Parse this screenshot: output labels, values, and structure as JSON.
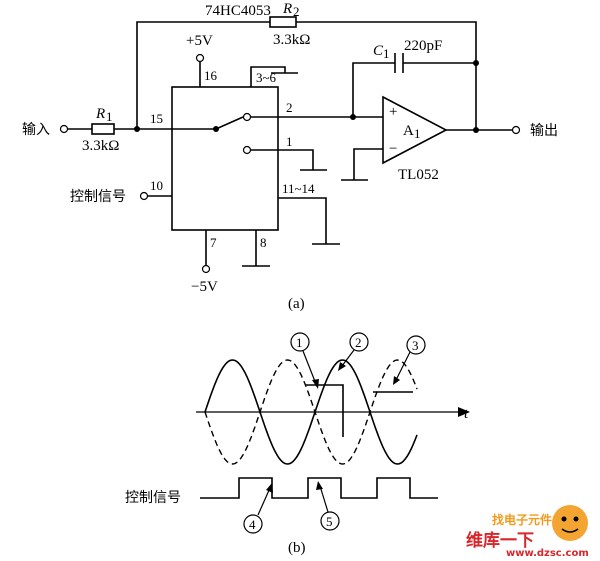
{
  "circuit": {
    "input_label": "输入",
    "output_label": "输出",
    "control_label": "控制信号",
    "r1": {
      "name": "R",
      "sub": "1",
      "value": "3.3kΩ"
    },
    "r2": {
      "name": "R",
      "sub": "2",
      "value": "3.3kΩ"
    },
    "c1": {
      "name": "C",
      "sub": "1",
      "value": "220pF"
    },
    "chip_name": "74HC4053",
    "opamp": {
      "name": "A",
      "sub": "1",
      "part": "TL052",
      "plus": "+",
      "minus": "−"
    },
    "supply_pos": "+5V",
    "supply_neg": "−5V",
    "pins": {
      "p16": "16",
      "p15": "15",
      "p10": "10",
      "p7": "7",
      "p8": "8",
      "p2": "2",
      "p1": "1",
      "p36": "3~6",
      "p1114": "11~14"
    },
    "caption": "(a)"
  },
  "waveform": {
    "axis_label": "t",
    "control_label": "控制信号",
    "markers": [
      "1",
      "2",
      "3",
      "4",
      "5"
    ],
    "caption": "(b)"
  },
  "watermark": {
    "line1": "找电子元件",
    "line2": "维库一下",
    "url": "www.dzsc.com",
    "colors": {
      "red": "#d9262b",
      "orange": "#f39a1b"
    }
  }
}
